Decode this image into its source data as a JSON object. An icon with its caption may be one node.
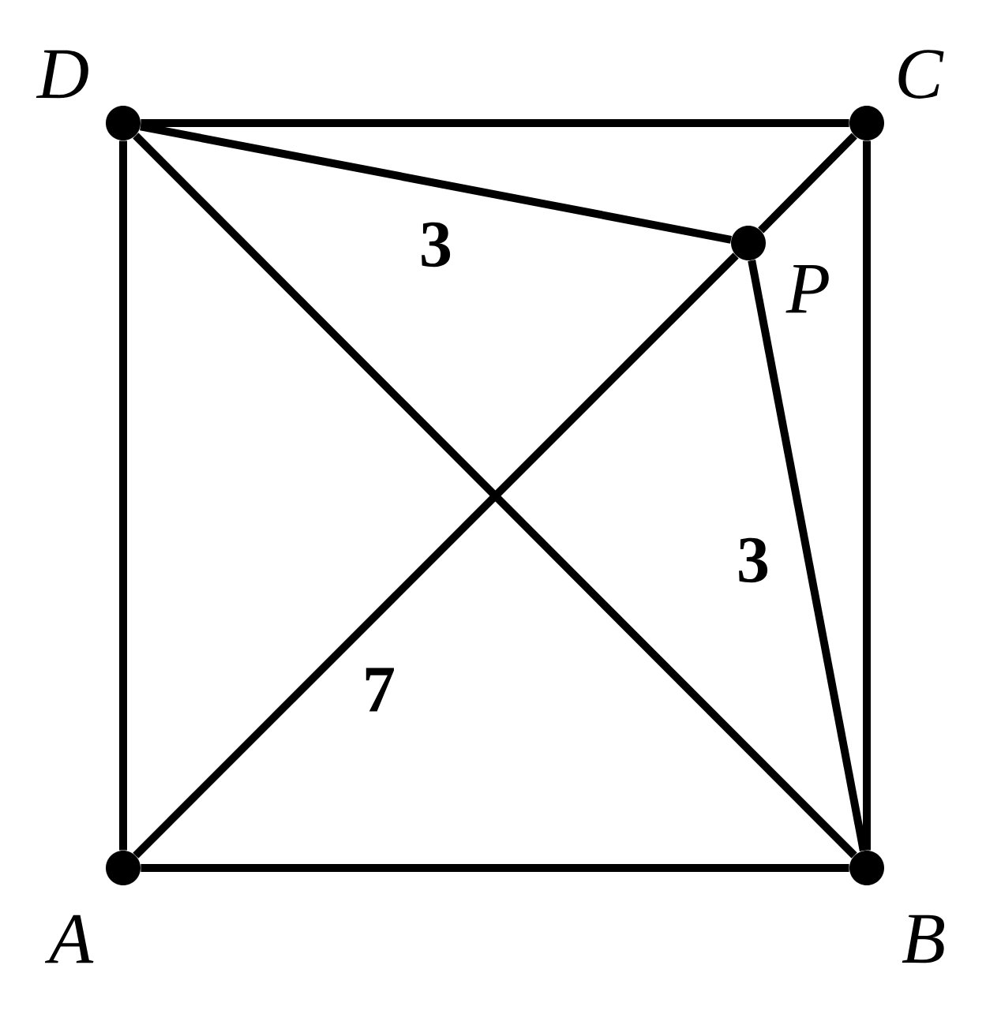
{
  "diagram": {
    "nodes": [
      {
        "text": [],
        "shape": "circle",
        "beside": [
          "A"
        ]
      },
      {
        "text": [],
        "shape": "circle",
        "beside": [
          "B"
        ]
      },
      {
        "text": [],
        "shape": "circle",
        "beside": [
          "C"
        ]
      },
      {
        "text": [],
        "shape": "circle",
        "beside": [
          "D"
        ]
      },
      {
        "text": [],
        "shape": "circle",
        "beside": [
          "P"
        ]
      }
    ],
    "edges": [
      {
        "from": 3,
        "to": 2,
        "arrow": "none"
      },
      {
        "from": 2,
        "to": 1,
        "arrow": "none"
      },
      {
        "from": 0,
        "to": 1,
        "arrow": "none"
      },
      {
        "from": 0,
        "to": 3,
        "arrow": "none"
      },
      {
        "from": 3,
        "to": 1,
        "arrow": "none"
      },
      {
        "from": 0,
        "to": 4,
        "arrow": "none",
        "label": "7"
      },
      {
        "from": 4,
        "to": 2,
        "arrow": "none"
      },
      {
        "from": 3,
        "to": 4,
        "arrow": "none",
        "label": "3"
      },
      {
        "from": 4,
        "to": 1,
        "arrow": "none",
        "label": "3"
      }
    ]
  }
}
